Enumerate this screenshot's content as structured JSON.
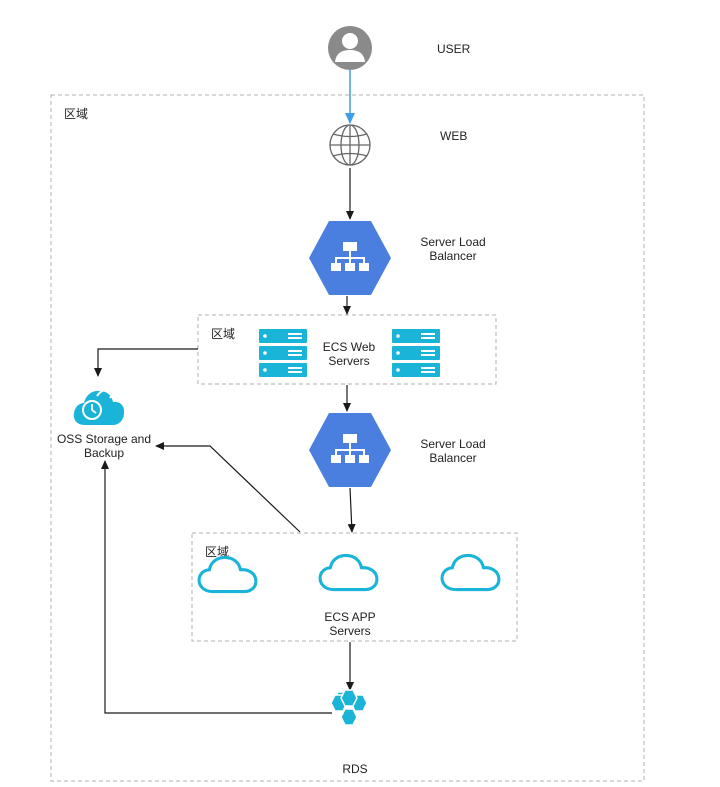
{
  "regions": {
    "outer_label": "区域",
    "web_servers_label": "区域",
    "app_servers_label": "区域"
  },
  "nodes": {
    "user": "USER",
    "web": "WEB",
    "slb_top": [
      "Server Load",
      "Balancer"
    ],
    "ecs_web": [
      "ECS Web",
      "Servers"
    ],
    "slb_mid": [
      "Server Load",
      "Balancer"
    ],
    "oss": [
      "OSS Storage and",
      "Backup"
    ],
    "ecs_app": [
      "ECS APP",
      "Servers"
    ],
    "rds": "RDS"
  },
  "colors": {
    "user_grey": "#8a8a8a",
    "user_arrow_blue": "#3f9ee6",
    "slb_blue": "#4a7fe0",
    "cyan": "#1ab4d8",
    "region_border": "#b0b0b0",
    "edge": "#1a1a1a"
  }
}
